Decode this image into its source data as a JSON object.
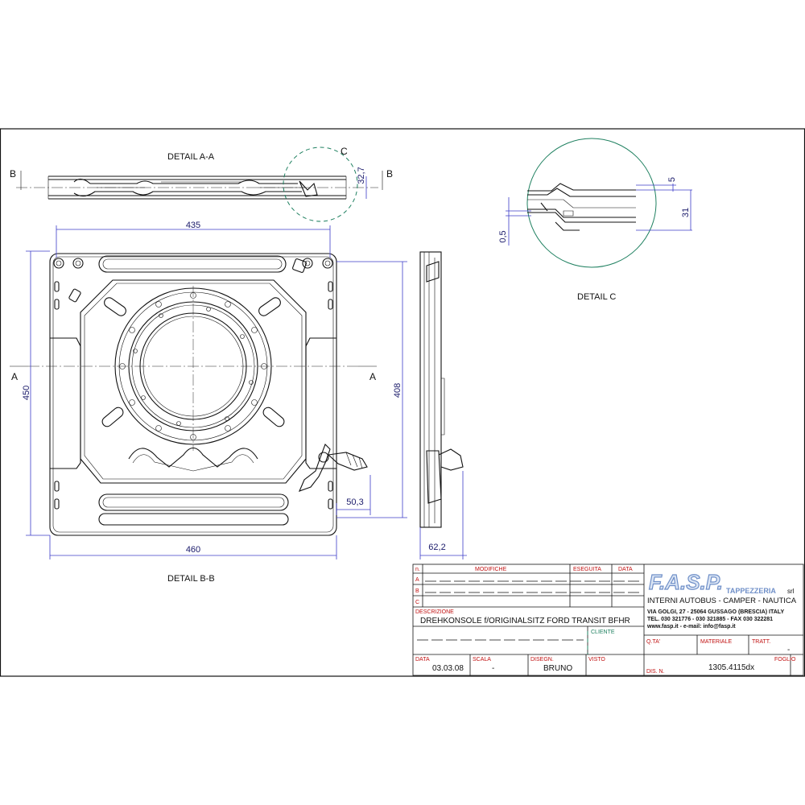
{
  "views": {
    "detail_aa": "DETAIL A-A",
    "detail_bb": "DETAIL B-B",
    "detail_c": "DETAIL C"
  },
  "section_markers": {
    "b": "B",
    "a": "A",
    "c": "C"
  },
  "dimensions": {
    "width_top": "435",
    "height_left": "450",
    "height_right": "408",
    "width_bottom": "460",
    "handle_offset": "50,3",
    "side_thickness": "62,2",
    "aa_height": "32,7",
    "c_top": "5",
    "c_height": "31",
    "c_left": "0,5"
  },
  "title_block": {
    "rev_header": {
      "n": "n.",
      "modifiche": "MODIFICHE",
      "eseguita": "ESEGUITA",
      "data": "DATA"
    },
    "rev_rows": [
      "A",
      "B",
      "C"
    ],
    "descrizione_label": "DESCRIZIONE",
    "descrizione_value": "DREHKONSOLE f/ORIGINALSITZ FORD TRANSIT BFHR",
    "cliente_label": "CLIENTE",
    "data_label": "DATA",
    "data_value": "03.03.08",
    "scala_label": "SCALA",
    "scala_value": "-",
    "disegn_label": "DISEGN.",
    "disegn_value": "BRUNO",
    "visto_label": "VISTO",
    "qta_label": "Q.TA'",
    "materiale_label": "MATERIALE",
    "tratt_label": "TRATT.",
    "tratt_value": "-",
    "foglio_label": "FOGLIO",
    "dis_label": "DIS. N.",
    "dis_value": "1305.4115dx"
  },
  "company": {
    "logo_text": "F.A.S.P.",
    "name_suffix": "TAPPEZZERIA",
    "srl": "srl",
    "tagline": "INTERNI AUTOBUS - CAMPER - NAUTICA",
    "address": "VIA GOLGI, 27 - 25064 GUSSAGO (BRESCIA) ITALY",
    "phones": "TEL. 030 321776 - 030 321885 - FAX 030 322281",
    "web": "www.fasp.it  -  e-mail: info@fasp.it"
  },
  "colors": {
    "dimension": "#3c3cc8",
    "detail_circle": "#1f8060",
    "title_labels": "#c01010",
    "logo": "#6f8fc8"
  }
}
